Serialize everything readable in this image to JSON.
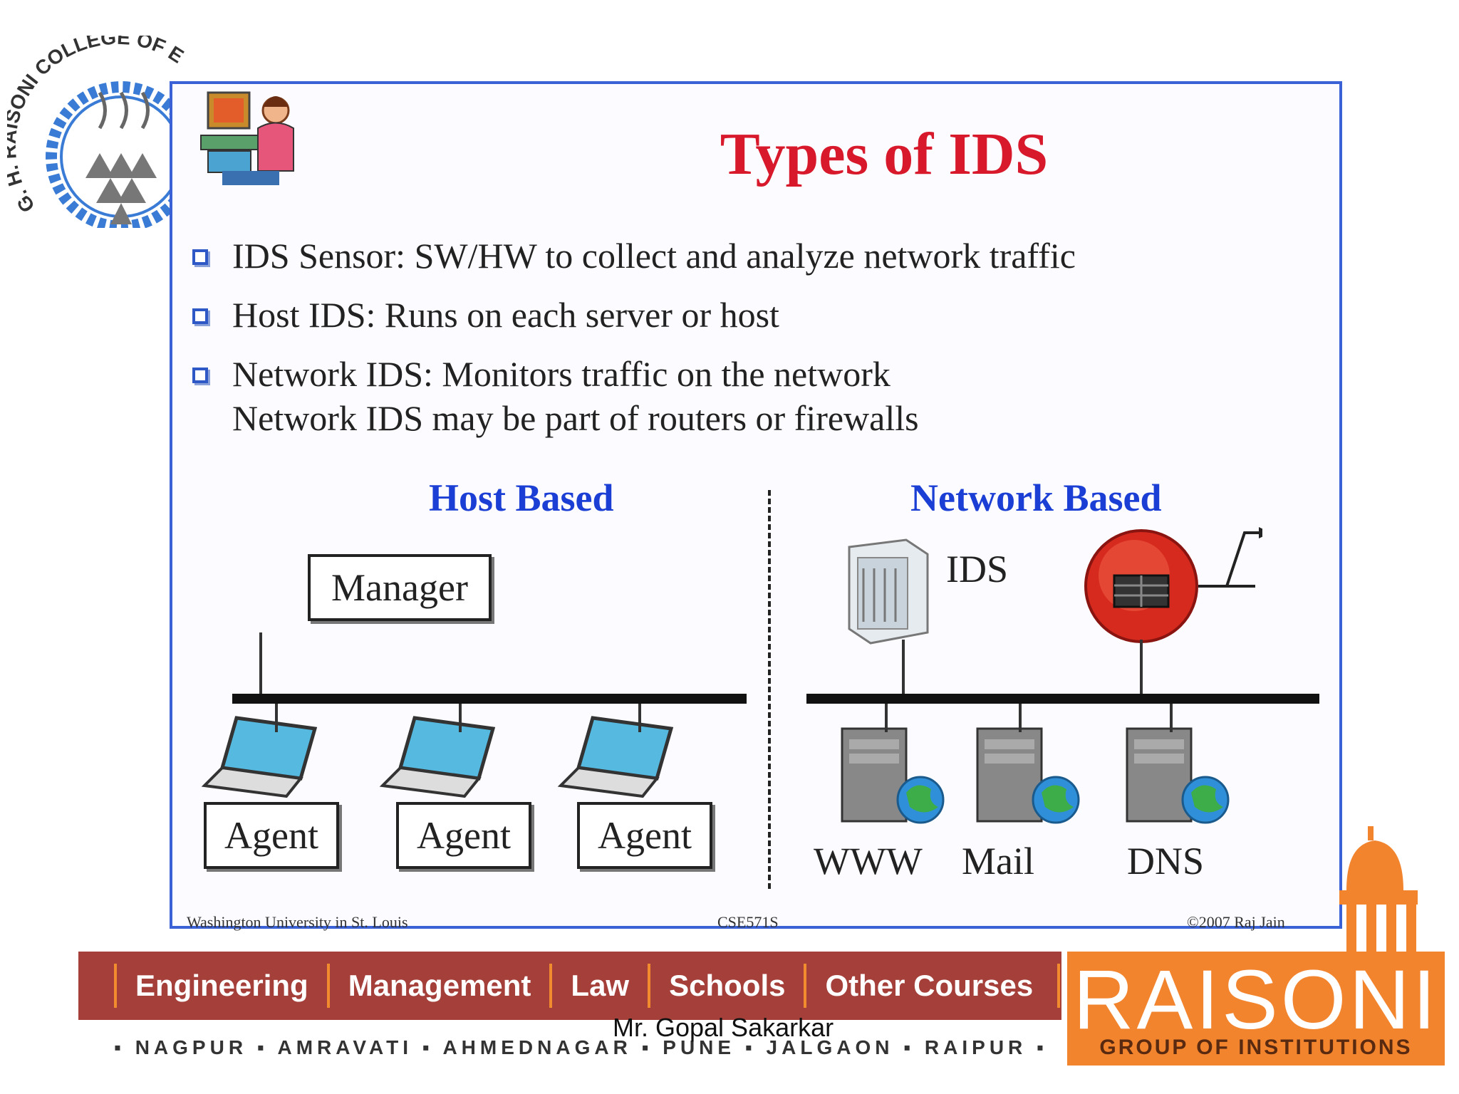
{
  "seal": {
    "text": "G. H. RAISONI COLLEGE OF E"
  },
  "slide": {
    "title": "Types of IDS",
    "bullets": [
      {
        "lines": [
          "IDS Sensor: SW/HW to collect and analyze network traffic"
        ]
      },
      {
        "lines": [
          "Host IDS: Runs on each server or host"
        ]
      },
      {
        "lines": [
          "Network IDS: Monitors traffic on the network",
          "Network IDS may be part of routers or firewalls"
        ]
      }
    ],
    "host": {
      "heading": "Host Based",
      "manager": "Manager",
      "agents": [
        "Agent",
        "Agent",
        "Agent"
      ]
    },
    "network": {
      "heading": "Network Based",
      "ids_label": "IDS",
      "servers": [
        "WWW",
        "Mail",
        "DNS"
      ]
    },
    "footer": {
      "left": "Washington University in St. Louis",
      "middle": "CSE571S",
      "right": "©2007 Raj Jain"
    }
  },
  "banner": {
    "items": [
      "Engineering",
      "Management",
      "Law",
      "Schools",
      "Other Courses"
    ],
    "cities": "▪ NAGPUR ▪ AMRAVATI ▪ AHMEDNAGAR ▪ PUNE ▪ JALGAON ▪ RAIPUR ▪"
  },
  "presenter": "Mr. Gopal Sakarkar",
  "group_logo": {
    "name": "RAISONI",
    "subtitle": "GROUP OF INSTITUTIONS"
  },
  "colors": {
    "frame": "#3a62d6",
    "title": "#d8192c",
    "section_heading": "#1b3fd4",
    "banner": "#a43f3a",
    "banner_divider": "#f28a2e",
    "group_logo": "#f3842e"
  }
}
